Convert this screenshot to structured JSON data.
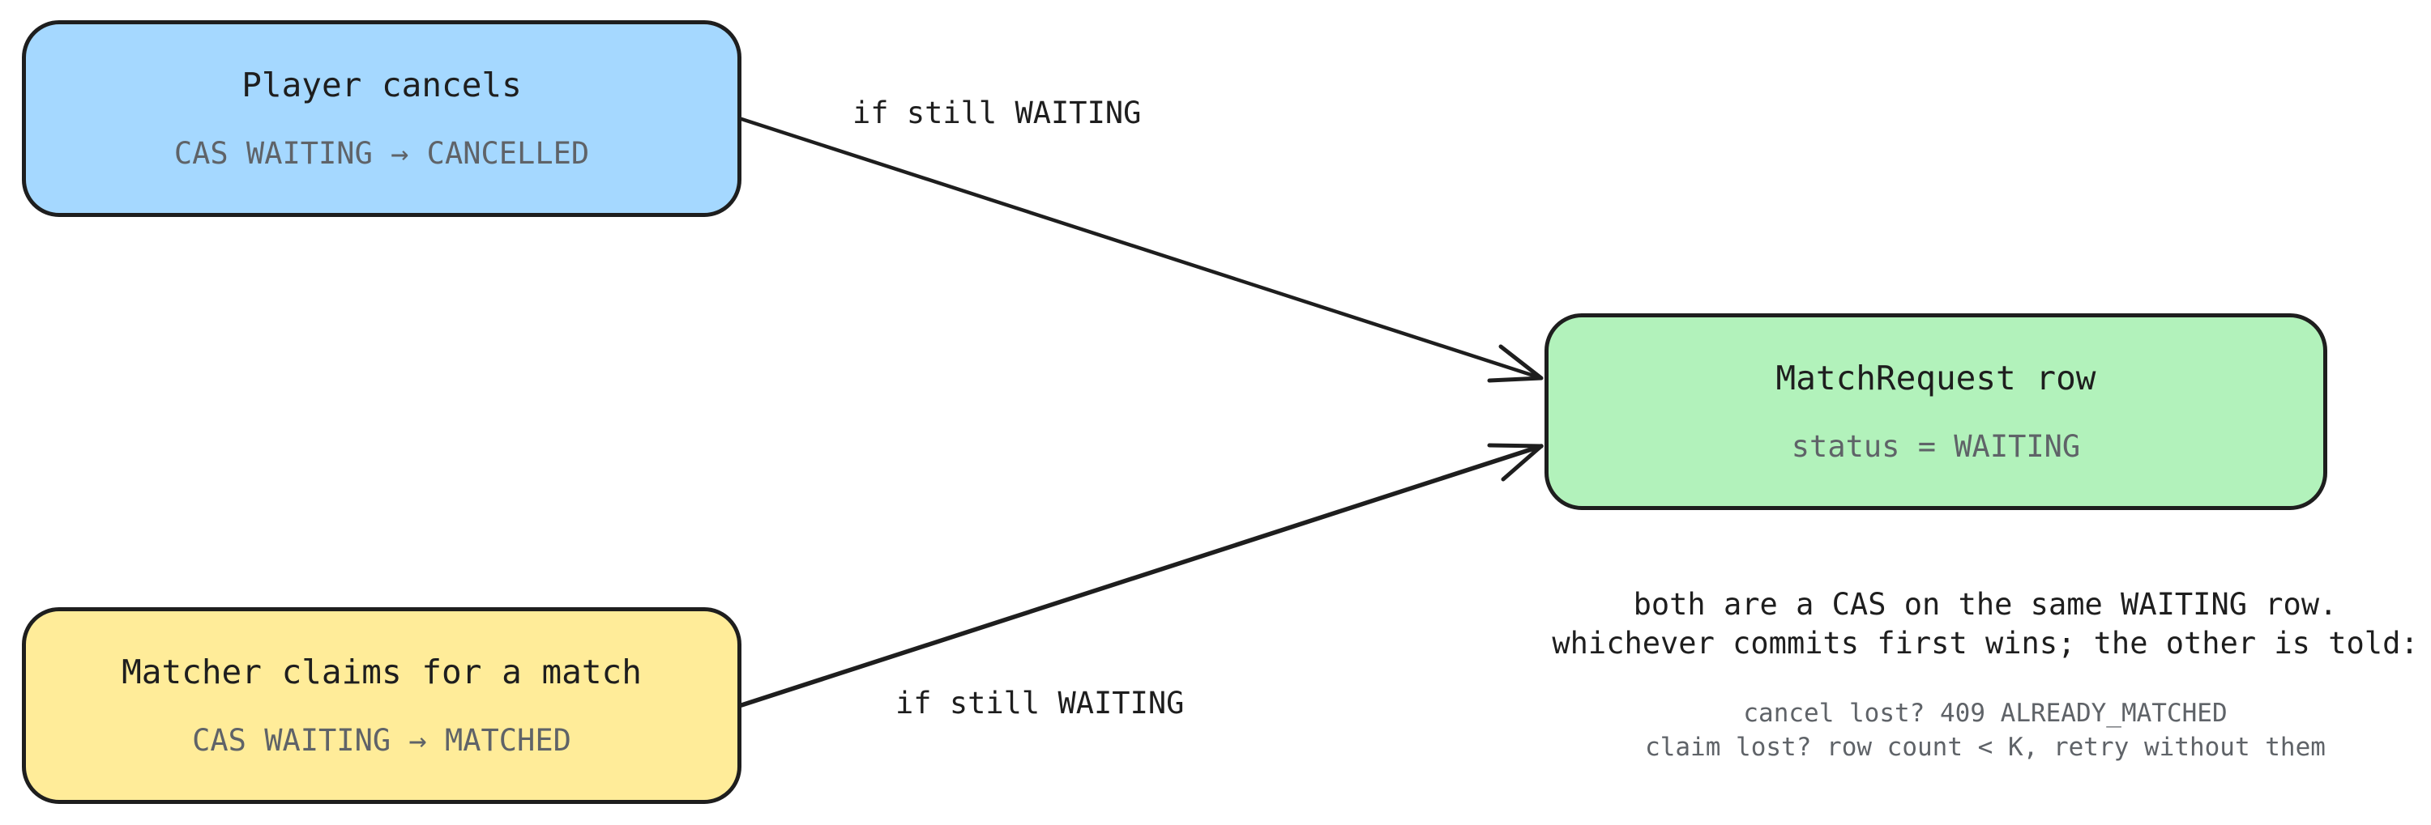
{
  "nodes": {
    "cancel": {
      "title": "Player cancels",
      "subtitle": "CAS WAITING → CANCELLED",
      "fill": "#a5d8ff"
    },
    "claim": {
      "title": "Matcher claims for a match",
      "subtitle": "CAS WAITING → MATCHED",
      "fill": "#ffec99"
    },
    "row": {
      "title": "MatchRequest row",
      "subtitle": "status = WAITING",
      "fill": "#b2f2bb"
    }
  },
  "edges": {
    "cancel_to_row": {
      "label": "if still WAITING"
    },
    "claim_to_row": {
      "label": "if still WAITING"
    }
  },
  "note": {
    "lines": [
      "both are a CAS on the same WAITING row.",
      "whichever commits first wins; the other is told:"
    ],
    "detail_lines": [
      "cancel lost? 409 ALREADY_MATCHED",
      "claim lost? row count < K, retry without them"
    ]
  },
  "colors": {
    "stroke": "#1e1e1e",
    "muted_text": "#5f6368"
  }
}
